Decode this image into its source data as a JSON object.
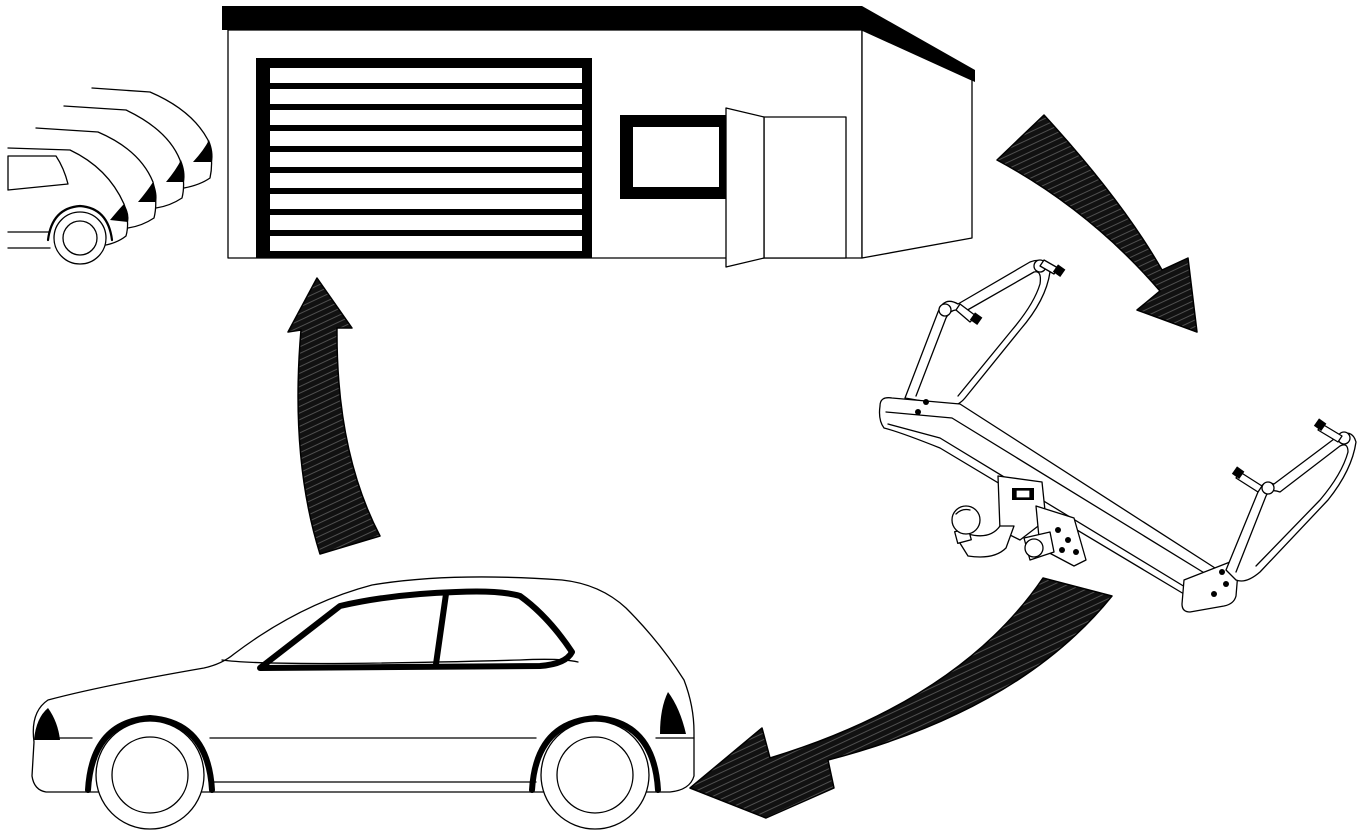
{
  "diagram": {
    "nodes": [
      {
        "id": "service-garage",
        "icon": "garage-building-icon"
      },
      {
        "id": "tow-bar",
        "icon": "tow-bar-icon"
      },
      {
        "id": "car",
        "icon": "car-side-icon"
      },
      {
        "id": "waiting-cars",
        "icon": "car-queue-icon"
      }
    ],
    "edges": [
      {
        "from": "service-garage",
        "to": "tow-bar",
        "icon": "curved-arrow-icon"
      },
      {
        "from": "tow-bar",
        "to": "car",
        "icon": "curved-arrow-icon"
      },
      {
        "from": "car",
        "to": "service-garage",
        "icon": "curved-arrow-icon"
      }
    ],
    "colors": {
      "line": "#000000",
      "background": "#ffffff",
      "arrow_fill": "#1a1a1a"
    }
  }
}
